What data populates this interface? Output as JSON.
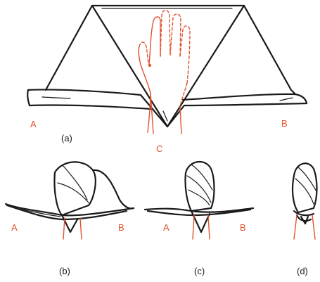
{
  "colors": {
    "ink": "#1a1a1a",
    "accent": "#e0522e",
    "background": "#ffffff"
  },
  "panel_a": {
    "caption": "(a)",
    "corner_left": "A",
    "corner_right": "B",
    "corner_point": "C"
  },
  "panel_b": {
    "caption": "(b)",
    "end_left": "A",
    "end_right": "B"
  },
  "panel_c": {
    "caption": "(c)",
    "end_left": "A",
    "end_right": "B"
  },
  "panel_d": {
    "caption": "(d)"
  }
}
